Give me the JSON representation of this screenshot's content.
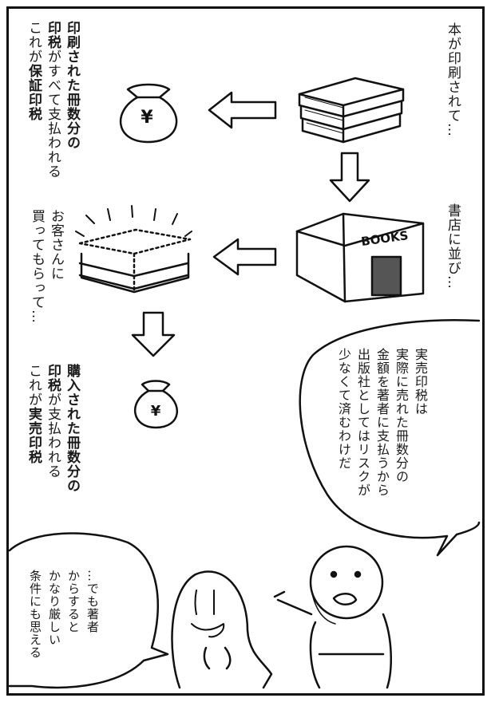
{
  "captions": {
    "printed": "本が印刷されて…",
    "in_store": "書店に並び…",
    "bought": [
      "お客さんに",
      "買ってもらって…"
    ],
    "guaranteed": [
      [
        {
          "t": "印刷された冊数分の",
          "b": true
        }
      ],
      [
        {
          "t": "印税",
          "b": true
        },
        {
          "t": "がすべて支払われる",
          "b": false
        }
      ],
      [
        {
          "t": "これが",
          "b": false
        },
        {
          "t": "保証印税",
          "b": true
        }
      ]
    ],
    "actual": [
      [
        {
          "t": "購入された冊数分の",
          "b": true
        }
      ],
      [
        {
          "t": "印税",
          "b": true
        },
        {
          "t": "が支払われる",
          "b": false
        }
      ],
      [
        {
          "t": "これが",
          "b": false
        },
        {
          "t": "実売印税",
          "b": true
        }
      ]
    ]
  },
  "speech": {
    "right": [
      "実売印税は",
      "実際に売れた冊数分の",
      "金額を著者に支払うから",
      "出版社としてはリスクが",
      "少なくて済むわけだ"
    ],
    "left": [
      "…でも著者",
      "からすると",
      "かなり厳しい",
      "条件にも思える"
    ]
  },
  "store_sign": "BOOKS",
  "yen_symbol": "¥",
  "icons": [
    "book-stack-icon",
    "money-bag-icon",
    "bookstore-icon",
    "arrow-icon"
  ]
}
